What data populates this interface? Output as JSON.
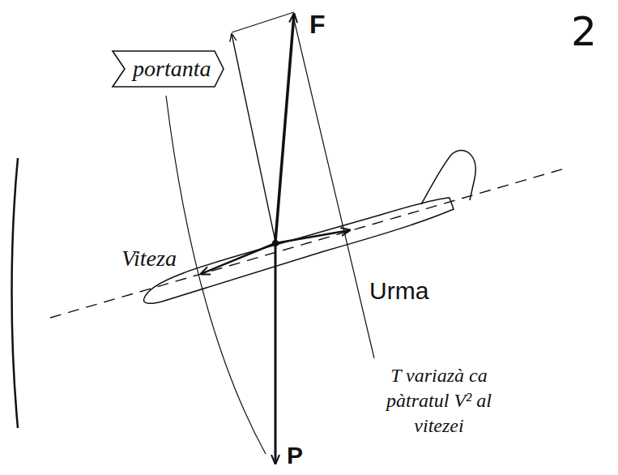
{
  "diagram": {
    "nodes": [
      {
        "text": [
          "portanta"
        ]
      }
    ],
    "labels": [
      "2",
      "F",
      "Viteza",
      "Urma",
      "T variazà ca pàtratul V² al vitezei",
      "P"
    ]
  }
}
